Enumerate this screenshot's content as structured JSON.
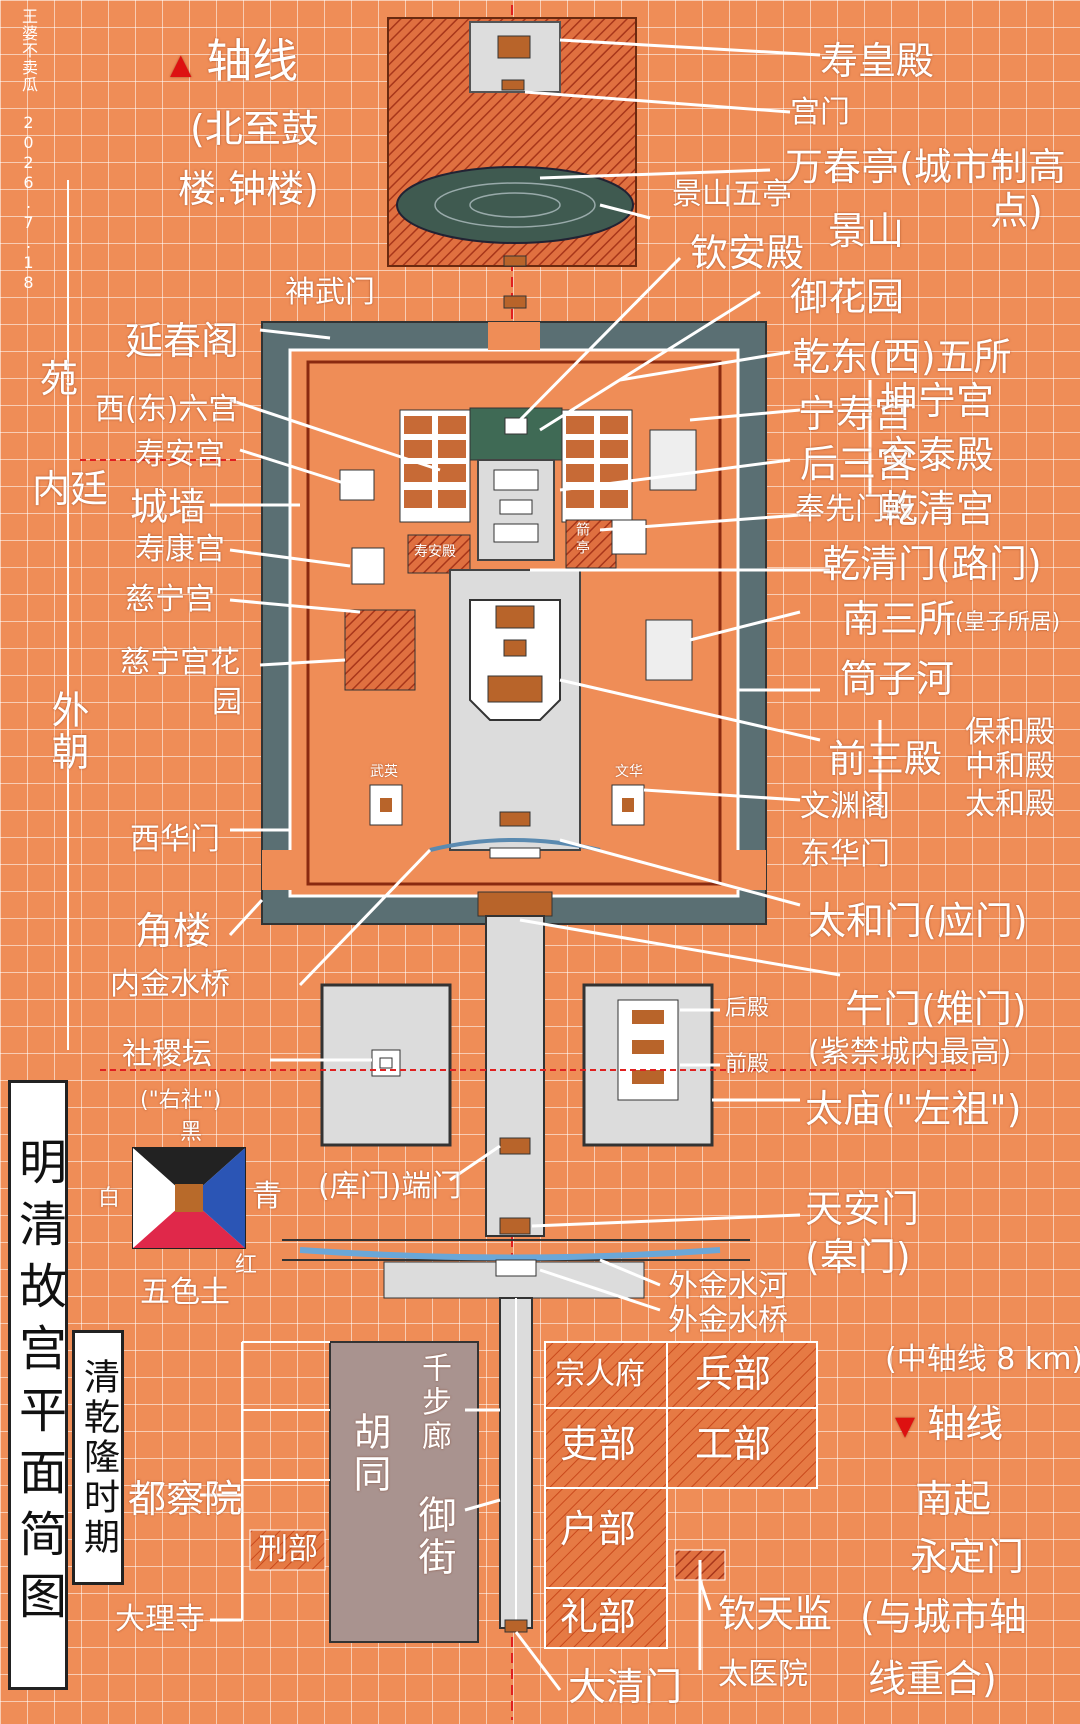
{
  "title": "明清故宫平面简图",
  "subtitle": "清乾隆时期",
  "signature": "王婆不卖瓜 2026.7.18",
  "colors": {
    "background": "#ef8d57",
    "wall_moat": "#5a6f73",
    "courtyard": "#dcdcdc",
    "building": "#b8642a",
    "hatched": "#c4441c",
    "hutong": "#a9938f",
    "line": "#ffffff",
    "axis_red": "#e02020"
  },
  "axis_north": {
    "marker": "▲",
    "label": "轴线",
    "detail_line1": "(北至鼓",
    "detail_line2": "楼.钟楼)"
  },
  "axis_south": {
    "marker": "▼",
    "label": "轴线",
    "detail_line1": "南起",
    "detail_line2": "永定门",
    "detail_line3": "(与城市轴",
    "detail_line4": "线重合)"
  },
  "axis_length": "(中轴线 8 km)",
  "zones": {
    "yuan": "苑",
    "neiting": "内廷",
    "waichao": "外朝"
  },
  "labels": {
    "shouhuangdian": "寿皇殿",
    "gongmen": "宫门",
    "wanchunting": "万春亭(城市制高",
    "wanchunting_end": "点)",
    "jingshanwuting": "景山五亭",
    "jingshan": "景山",
    "qinandian": "钦安殿",
    "yuhuayuan": "御花园",
    "shenwumen": "神武门",
    "yanchunge": "延春阁",
    "qiandongxiwusuo": "乾东(西)五所",
    "xiliugong": "西(东)六宫",
    "ningshougong": "宁寿宫",
    "kunninggong": "坤宁宫",
    "shouangong": "寿安宫",
    "housangong": "后三宫",
    "jiaotaidian": "交泰殿",
    "chengqiang": "城墙",
    "fengxiandian": "奉先门殿",
    "qianqinggong": "乾清宫",
    "shoukanggong": "寿康宫",
    "qianqingmen": "乾清门(路门)",
    "cininggong": "慈宁宫",
    "nansansuo": "南三所",
    "nansansuo_note": "(皇子所居)",
    "cininggonghuayuan": "慈宁宫花",
    "cininggonghuayuan_end": "园",
    "tongzihe": "筒子河",
    "qiansandian": "前三殿",
    "baohedian": "保和殿",
    "zhonghedian": "中和殿",
    "taihedian": "太和殿",
    "wenyuange": "文渊阁",
    "xihuamen": "西华门",
    "donghuamen": "东华门",
    "jiaolou": "角楼",
    "taihemen": "太和门(应门)",
    "neijinshuiqiao": "内金水桥",
    "wumen": "午门(雉门)",
    "wumen_note": "(紫禁城内最高)",
    "houdian": "后殿",
    "qiandian": "前殿",
    "shejitan": "社稷坛",
    "youshe": "(\"右社\")",
    "taimiao": "太庙(\"左祖\")",
    "kumenduanmen": "(库门)端门",
    "tiananmen": "天安门",
    "gaomen": "(皋门)",
    "waijinshuihe": "外金水河",
    "waijinshuiqiao": "外金水桥",
    "qianbulang": "千步廊",
    "hutong": "胡同",
    "yujie": "御街",
    "zongrenfu": "宗人府",
    "bingbu": "兵部",
    "libu_official": "吏部",
    "gongbu": "工部",
    "hubu": "户部",
    "libu_rites": "礼部",
    "duchayuan": "都察院",
    "xingbu": "刑部",
    "dalisi": "大理寺",
    "qintianjian": "钦天监",
    "taiyiyuan": "太医院",
    "daqingmen": "大清门",
    "shoucuodian": "寿安殿",
    "jianting": "箭亭",
    "wuying": "武英",
    "wenhua": "文华"
  },
  "five_color_soil": {
    "title": "五色土",
    "black": "黑",
    "white": "白",
    "cyan": "青",
    "red": "红",
    "colors": {
      "black": "#222222",
      "white": "#ffffff",
      "cyan": "#2b55b5",
      "red": "#e0284a",
      "yellow": "#b86a2a"
    }
  }
}
